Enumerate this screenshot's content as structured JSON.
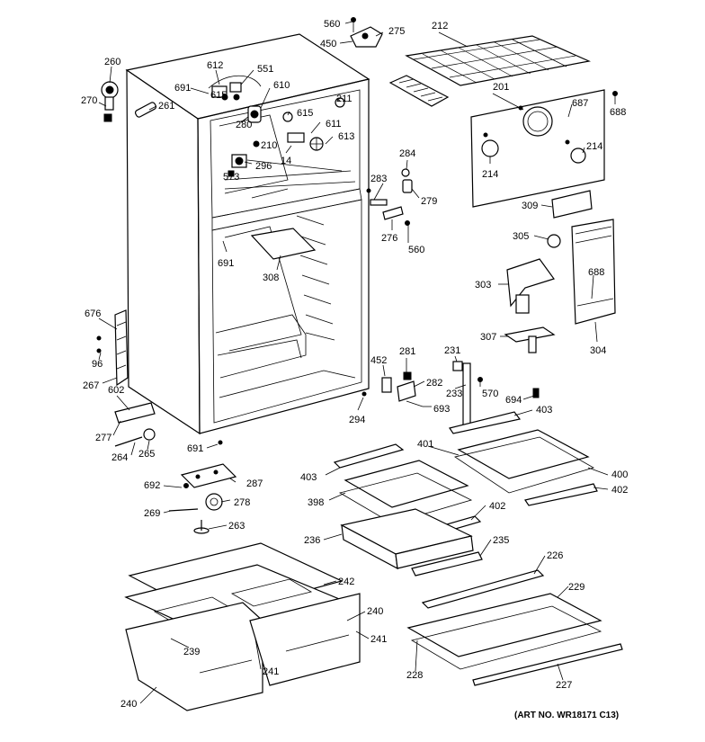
{
  "art_number": "(ART NO. WR18171 C13)",
  "callouts": [
    "560",
    "275",
    "450",
    "212",
    "260",
    "612",
    "551",
    "691",
    "615",
    "610",
    "211",
    "270",
    "261",
    "201",
    "687",
    "688",
    "280",
    "615",
    "611",
    "210",
    "613",
    "14",
    "296",
    "573",
    "214",
    "214",
    "284",
    "283",
    "279",
    "276",
    "560",
    "691",
    "309",
    "305",
    "688",
    "308",
    "303",
    "676",
    "96",
    "307",
    "304",
    "267",
    "602",
    "452",
    "281",
    "231",
    "282",
    "233",
    "570",
    "693",
    "694",
    "294",
    "403",
    "277",
    "264",
    "265",
    "691",
    "401",
    "287",
    "403",
    "400",
    "692",
    "398",
    "402",
    "278",
    "402",
    "269",
    "263",
    "236",
    "235",
    "226",
    "242",
    "229",
    "240",
    "239",
    "241",
    "241",
    "228",
    "227",
    "240"
  ]
}
